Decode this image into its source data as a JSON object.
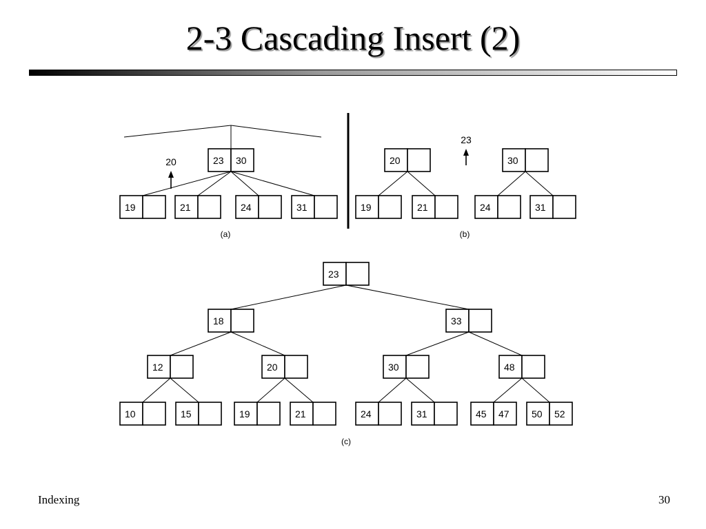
{
  "slide": {
    "title": "2-3 Cascading Insert (2)",
    "footer_left": "Indexing",
    "page_number": "30",
    "accent_color": "#000000"
  },
  "panel_a": {
    "caption": "(a)",
    "moving_key": "20",
    "parent_keys": [
      "23",
      "30"
    ],
    "children": [
      [
        "19",
        ""
      ],
      [
        "21",
        ""
      ],
      [
        "24",
        ""
      ],
      [
        "31",
        ""
      ]
    ]
  },
  "panel_b": {
    "caption": "(b)",
    "moving_key": "23",
    "left_subtree": {
      "keys": [
        "20",
        ""
      ],
      "children": [
        [
          "19",
          ""
        ],
        [
          "21",
          ""
        ]
      ]
    },
    "right_subtree": {
      "keys": [
        "30",
        ""
      ],
      "children": [
        [
          "24",
          ""
        ],
        [
          "31",
          ""
        ]
      ]
    }
  },
  "panel_c": {
    "caption": "(c)",
    "root": [
      "23",
      ""
    ],
    "level1": [
      [
        "18",
        ""
      ],
      [
        "33",
        ""
      ]
    ],
    "level2": [
      [
        "12",
        ""
      ],
      [
        "20",
        ""
      ],
      [
        "30",
        ""
      ],
      [
        "48",
        ""
      ]
    ],
    "leaves": [
      [
        "10",
        ""
      ],
      [
        "15",
        ""
      ],
      [
        "19",
        ""
      ],
      [
        "21",
        ""
      ],
      [
        "24",
        ""
      ],
      [
        "31",
        ""
      ],
      [
        "45",
        "47"
      ],
      [
        "50",
        "52"
      ]
    ]
  }
}
